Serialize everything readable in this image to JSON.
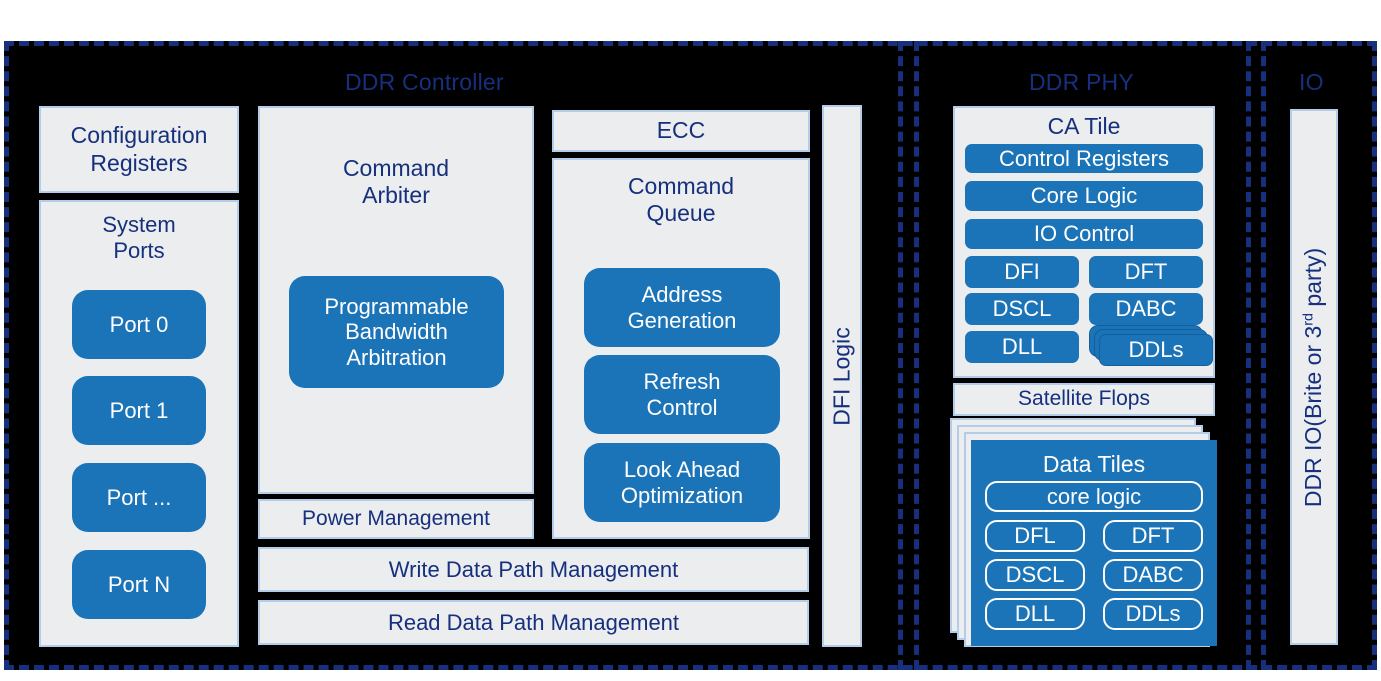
{
  "diagram": {
    "title_ddr_controller": "DDR Controller",
    "title_ddr_phy": "DDR PHY",
    "title_io": "IO"
  },
  "controller": {
    "config_registers": "Configuration\nRegisters",
    "system_ports_title": "System\nPorts",
    "ports": [
      "Port  0",
      "Port  1",
      "Port ...",
      "Port N"
    ],
    "command_arbiter_title": "Command\nArbiter",
    "programmable_bandwidth_arbitration": "Programmable\nBandwidth\nArbitration",
    "power_management": "Power Management",
    "write_data_path": "Write Data Path Management",
    "read_data_path": "Read Data Path Management",
    "ecc": "ECC",
    "command_queue_title": "Command\nQueue",
    "queue_blocks": [
      "Address\nGeneration",
      "Refresh\nControl",
      "Look Ahead\nOptimization"
    ],
    "dfi_logic": "DFI Logic"
  },
  "phy": {
    "ca_tile_title": "CA Tile",
    "ca_tile_full_width": [
      "Control Registers",
      "Core  Logic",
      "IO Control"
    ],
    "ca_tile_left": [
      "DFI",
      "DSCL",
      "DLL"
    ],
    "ca_tile_right": [
      "DFT",
      "DABC",
      "DDLs"
    ],
    "satellite_flops": "Satellite Flops",
    "data_tiles_title": "Data Tiles",
    "data_tiles_core_logic": "core logic",
    "data_tiles_left": [
      "DFL",
      "DSCL",
      "DLL"
    ],
    "data_tiles_right": [
      "DFT",
      "DABC",
      "DDLs"
    ]
  },
  "io": {
    "ddr_io_label_prefix": "DDR IO(Brite or 3",
    "ddr_io_label_sup": "rd",
    "ddr_io_label_suffix": " party)"
  },
  "colors": {
    "navy": "#16307e",
    "blue": "#1b73b8",
    "panel_fill": "#ebedee",
    "panel_border": "#b3cde8",
    "background": "#000000"
  }
}
